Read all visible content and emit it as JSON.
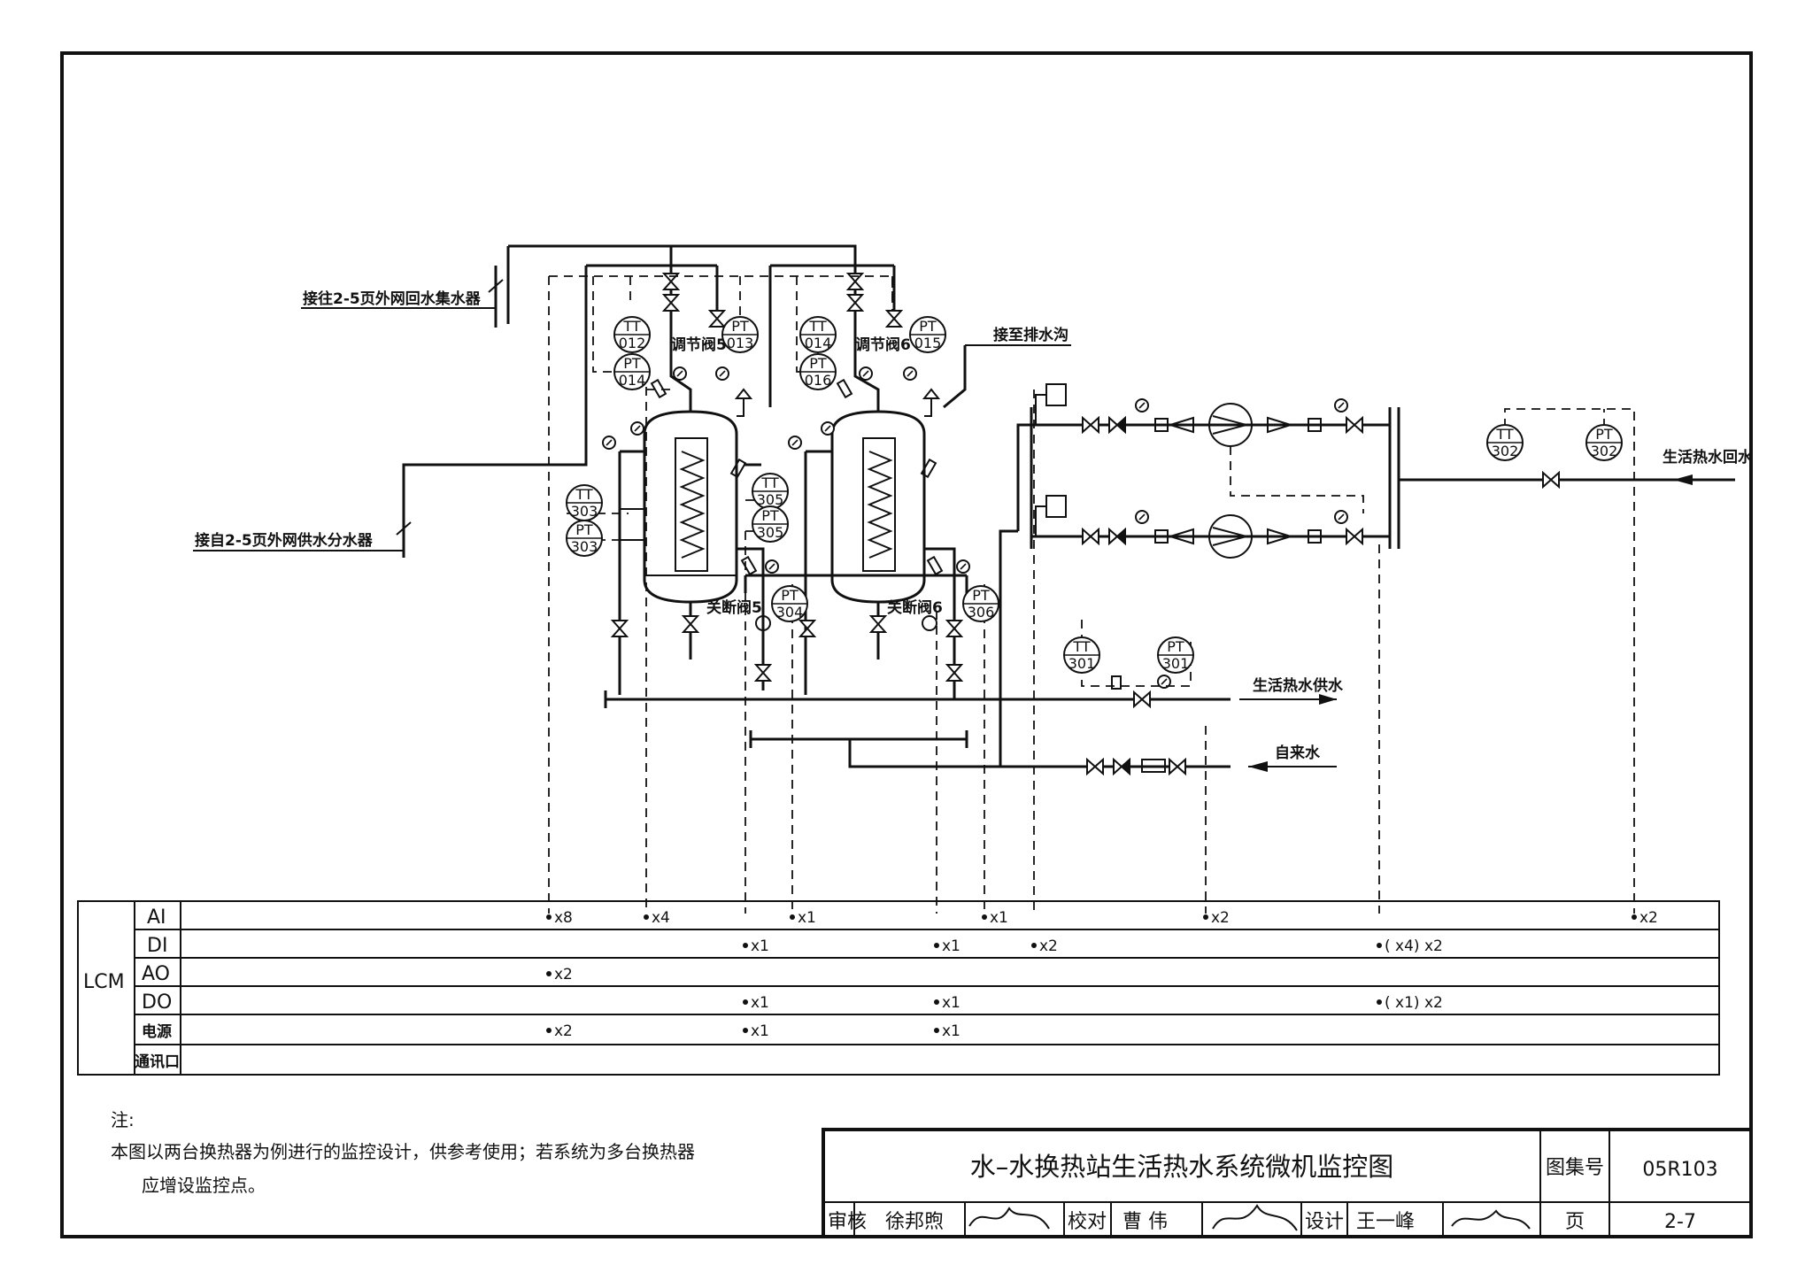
{
  "labels": {
    "return_header": "接往2-5页外网回水集水器",
    "supply_header": "接自2-5页外网供水分水器",
    "drain": "接至排水沟",
    "dhw_return": "生活热水回水",
    "dhw_supply": "生活热水供水",
    "city_water": "自来水",
    "valve_reg_5": "调节阀5",
    "valve_reg_6": "调节阀6",
    "valve_off_5": "关断阀5",
    "valve_off_6": "关断阀6"
  },
  "instruments": [
    {
      "id": "tt012",
      "tag": "TT",
      "num": "012"
    },
    {
      "id": "pt013",
      "tag": "PT",
      "num": "013"
    },
    {
      "id": "pt014a",
      "tag": "PT",
      "num": "014"
    },
    {
      "id": "tt014",
      "tag": "TT",
      "num": "014"
    },
    {
      "id": "pt015",
      "tag": "PT",
      "num": "015"
    },
    {
      "id": "pt016",
      "tag": "PT",
      "num": "016"
    },
    {
      "id": "tt305",
      "tag": "TT",
      "num": "305"
    },
    {
      "id": "pt305",
      "tag": "PT",
      "num": "305"
    },
    {
      "id": "tt303",
      "tag": "TT",
      "num": "303"
    },
    {
      "id": "pt303",
      "tag": "PT",
      "num": "303"
    },
    {
      "id": "pt304",
      "tag": "PT",
      "num": "304"
    },
    {
      "id": "pt306",
      "tag": "PT",
      "num": "306"
    },
    {
      "id": "tt301",
      "tag": "TT",
      "num": "301"
    },
    {
      "id": "pt301",
      "tag": "PT",
      "num": "301"
    },
    {
      "id": "tt302",
      "tag": "TT",
      "num": "302"
    },
    {
      "id": "pt302",
      "tag": "PT",
      "num": "302"
    }
  ],
  "lcm": {
    "label": "LCM",
    "rows": [
      "AI",
      "DI",
      "AO",
      "DO",
      "电源",
      "通讯口"
    ],
    "points": {
      "ai": [
        "x8",
        "x4",
        "x1",
        "x1",
        "x2",
        "x2"
      ],
      "di": [
        "x1",
        "x1",
        "x2",
        "( x4) x2"
      ],
      "ao": [
        "x2"
      ],
      "do": [
        "x1",
        "x1",
        "( x1) x2"
      ],
      "power": [
        "x2",
        "x1",
        "x1"
      ]
    }
  },
  "notes": {
    "heading": "注:",
    "line1": "本图以两台换热器为例进行的监控设计，供参考使用；若系统为多台换热器",
    "line2": "应增设监控点。"
  },
  "title_block": {
    "title": "水–水换热站生活热水系统微机监控图",
    "atlas_label": "图集号",
    "atlas_no": "05R103",
    "review_label": "审核",
    "reviewer": "徐邦煦",
    "check_label": "校对",
    "checker": "曹 伟",
    "design_label": "设计",
    "designer": "王一峰",
    "page_label": "页",
    "page_no": "2-7"
  }
}
